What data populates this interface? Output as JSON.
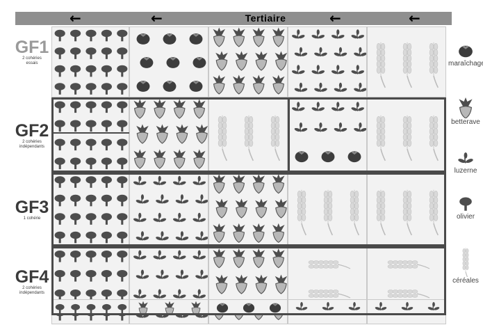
{
  "header": {
    "title": "Tertiaire",
    "arrows": [
      "←",
      "←",
      "←",
      "←"
    ]
  },
  "rows": [
    {
      "label": "GF1",
      "subtitle": "2 cohéries\nessais"
    },
    {
      "label": "GF2",
      "subtitle": "2 cohéries\nindépendants"
    },
    {
      "label": "GF3",
      "subtitle": "1 cohérie"
    },
    {
      "label": "GF4",
      "subtitle": "2 cohéries\nindépendants"
    }
  ],
  "legend": [
    {
      "icon": "tomato-icon",
      "label": "maraîchage"
    },
    {
      "icon": "beet-icon",
      "label": "betterave"
    },
    {
      "icon": "alfalfa-icon",
      "label": "luzerne"
    },
    {
      "icon": "olive-tree-icon",
      "label": "olivier"
    },
    {
      "icon": "wheat-icon",
      "label": "céréales"
    }
  ],
  "cells": [
    [
      "olivier",
      "maraîchage",
      "betterave",
      "luzerne",
      "céréales"
    ],
    [
      "olivier",
      "betterave",
      "céréales",
      "luzerne+maraîchage",
      "céréales"
    ],
    [
      "olivier",
      "luzerne",
      "betterave",
      "céréales",
      "céréales"
    ],
    [
      "olivier",
      "luzerne",
      "betterave",
      "céréales (couchées)",
      "céréales (couchées)"
    ]
  ],
  "bottom_strip": [
    "olivier",
    "betterave",
    "maraîchage",
    "luzerne",
    "luzerne"
  ],
  "colors": {
    "bar": "#8f8f8f",
    "icon": "#4d4d4d",
    "tomato": "#3d3d3d",
    "beet": "#b8b8b8",
    "wheat": "#d9d9d9",
    "frame": "#4a4a4a"
  }
}
